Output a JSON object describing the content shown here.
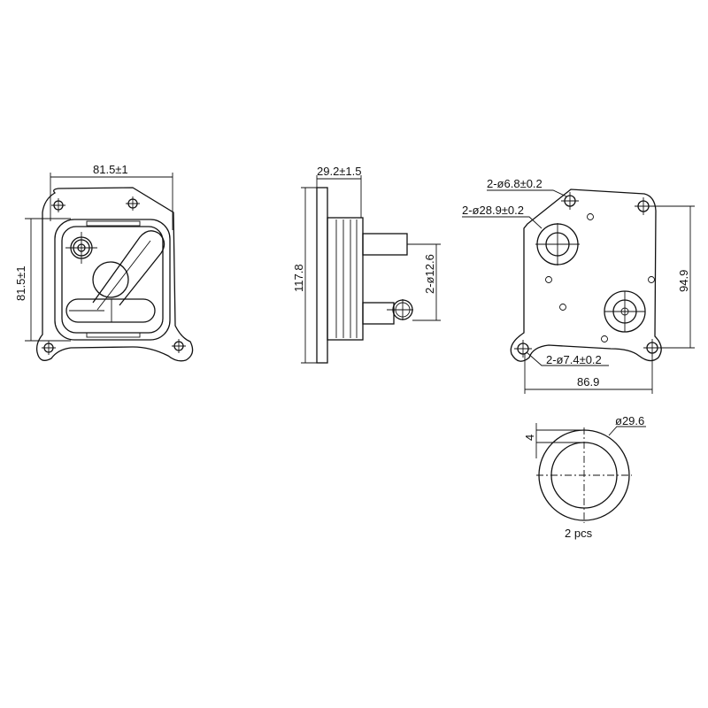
{
  "front_view": {
    "width_label": "81.5±1",
    "height_label": "81.5±1"
  },
  "side_view": {
    "thickness_label": "29.2±1.5",
    "height_label": "117.8",
    "pipe_label": "2-ø12.6"
  },
  "back_view": {
    "mount_hole_label": "2-ø6.8±0.2",
    "port_label": "2-ø28.9±0.2",
    "bottom_hole_label": "2-ø7.4±0.2",
    "width_label": "86.9",
    "height_label": "94.9"
  },
  "seal_ring": {
    "diameter_label": "ø29.6",
    "thickness_label": "4",
    "quantity_label": "2 pcs"
  }
}
